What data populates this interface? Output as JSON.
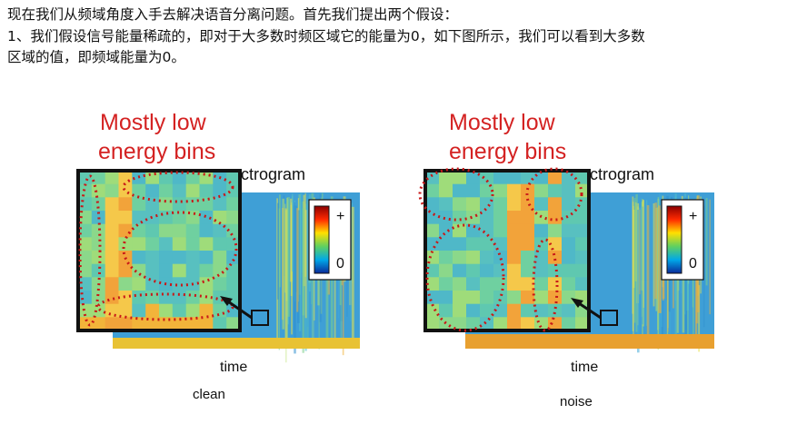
{
  "intro": {
    "line1": "现在我们从频域角度入手去解决语音分离问题。首先我们提出两个假设：",
    "line2": "1、我们假设信号能量稀疏的，即对于大多数时频区域它的能量为0，如下图所示，我们可以看到大多数",
    "line3": "区域的值，即频域能量为0。"
  },
  "figures": [
    {
      "heading_line1": "Mostly low",
      "heading_line2": "energy bins",
      "spectrogram_fragment": "ctrogram",
      "x_label": "time",
      "caption": "clean",
      "colorbar_max": "+",
      "colorbar_min": "0"
    },
    {
      "heading_line1": "Mostly low",
      "heading_line2": "energy bins",
      "spectrogram_fragment": "ctrogram",
      "x_label": "time",
      "caption": "noise",
      "colorbar_max": "+",
      "colorbar_min": "0"
    }
  ],
  "colors": {
    "heading_red": "#d42222",
    "dotted_outline": "#c81818",
    "frame": "#111111"
  }
}
